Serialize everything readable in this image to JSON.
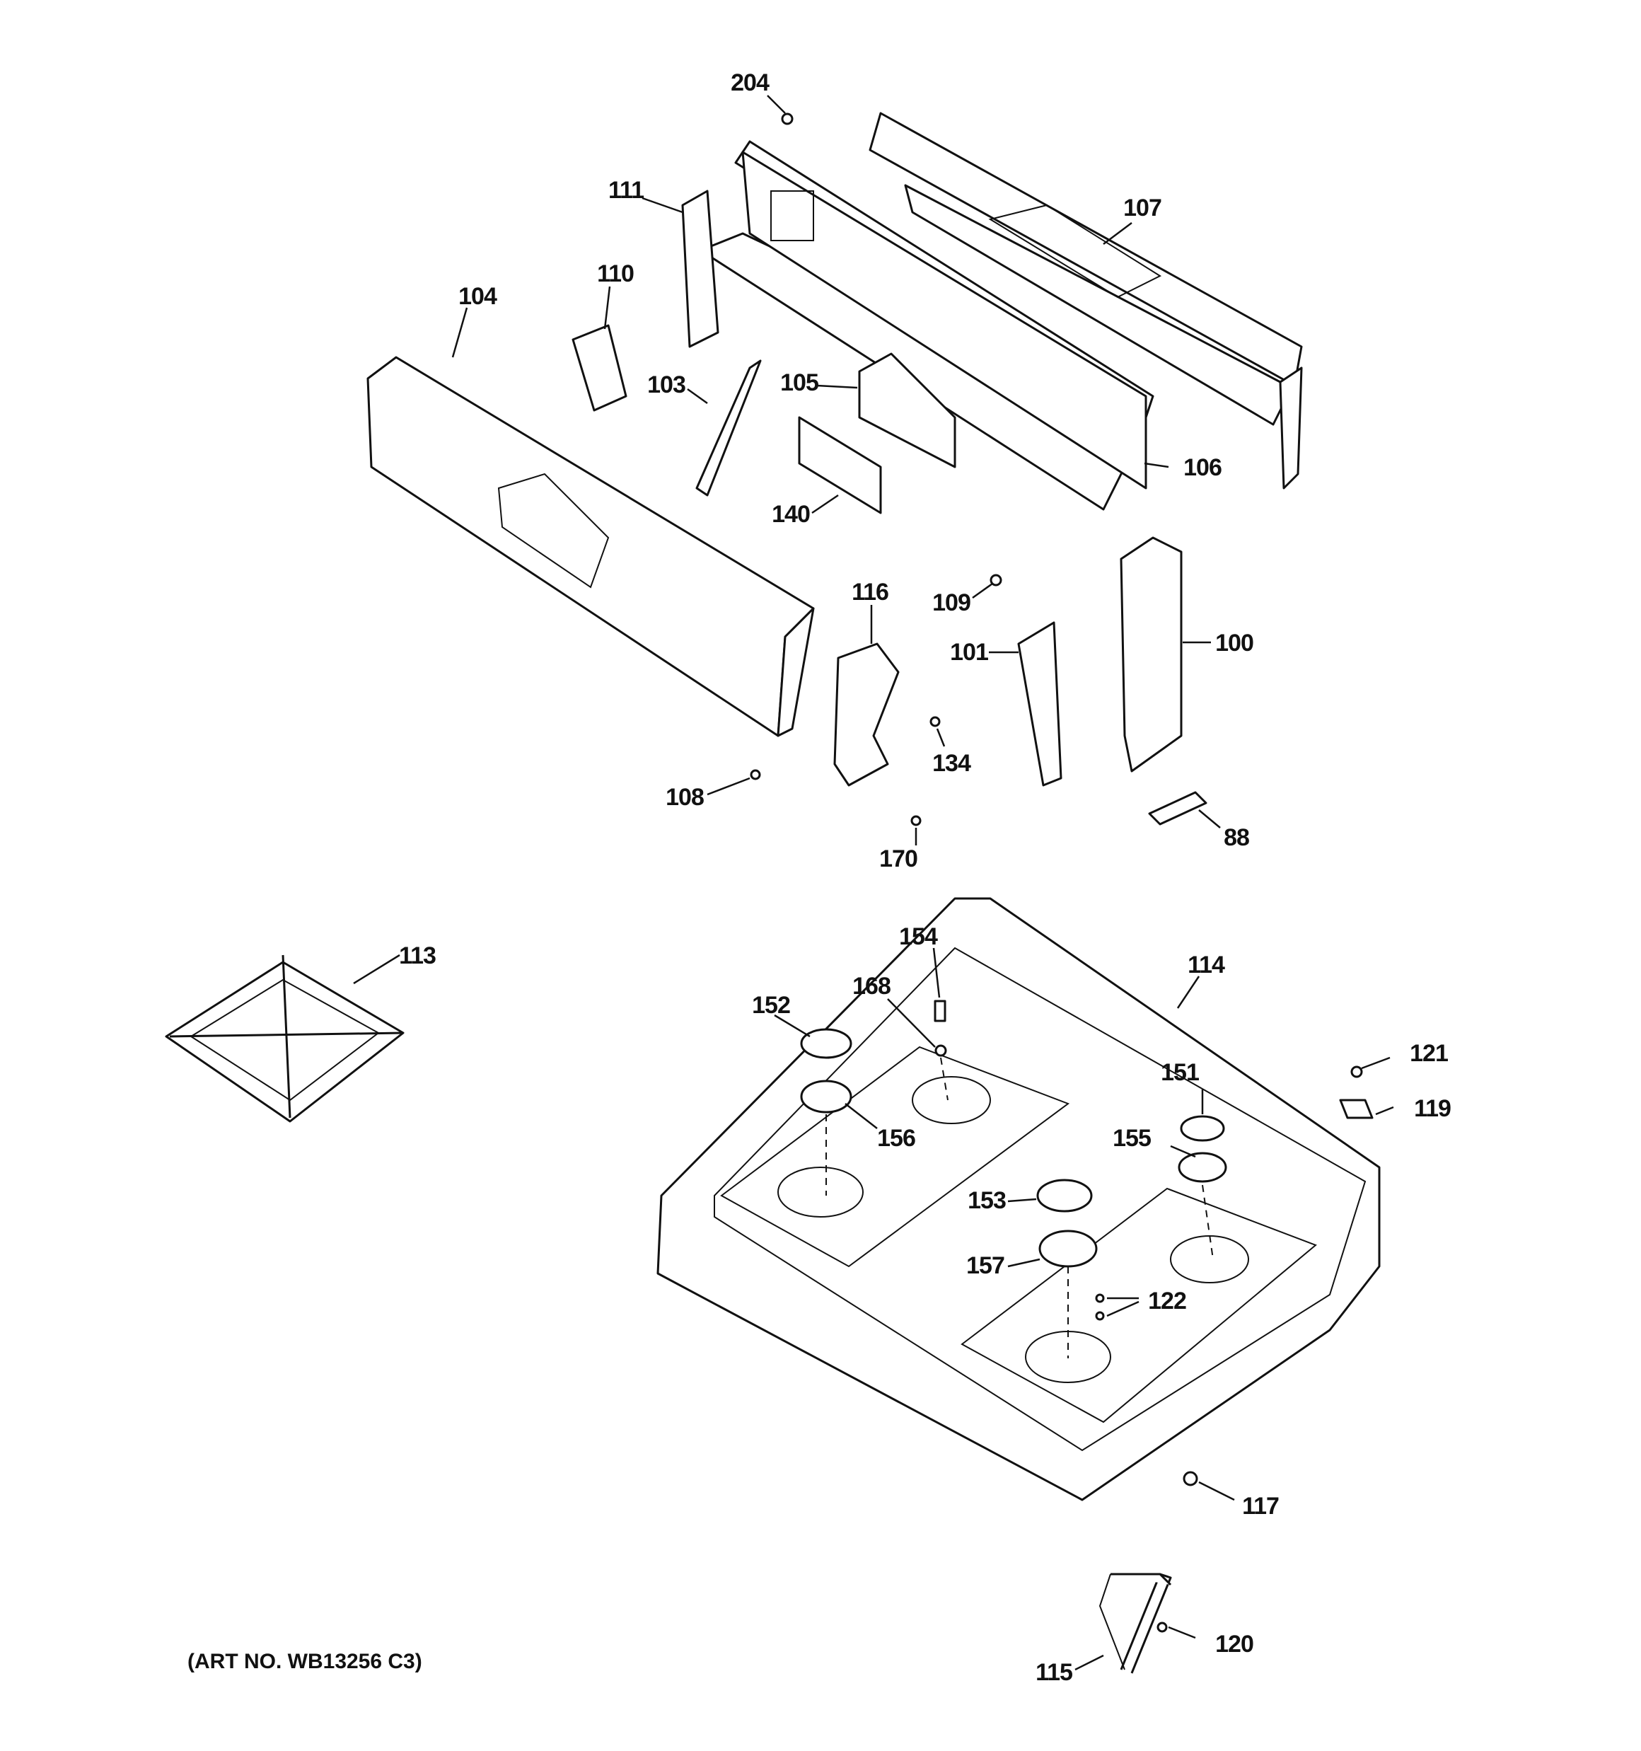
{
  "diagram": {
    "caption": "(ART NO. WB13256 C3)",
    "callouts": [
      {
        "id": "c204",
        "text": "204"
      },
      {
        "id": "c111",
        "text": "111"
      },
      {
        "id": "c107",
        "text": "107"
      },
      {
        "id": "c110",
        "text": "110"
      },
      {
        "id": "c104",
        "text": "104"
      },
      {
        "id": "c103",
        "text": "103"
      },
      {
        "id": "c105",
        "text": "105"
      },
      {
        "id": "c106",
        "text": "106"
      },
      {
        "id": "c140",
        "text": "140"
      },
      {
        "id": "c116",
        "text": "116"
      },
      {
        "id": "c109",
        "text": "109"
      },
      {
        "id": "c101",
        "text": "101"
      },
      {
        "id": "c100",
        "text": "100"
      },
      {
        "id": "c134",
        "text": "134"
      },
      {
        "id": "c108",
        "text": "108"
      },
      {
        "id": "c170",
        "text": "170"
      },
      {
        "id": "c88",
        "text": "88"
      },
      {
        "id": "c113",
        "text": "113"
      },
      {
        "id": "c154",
        "text": "154"
      },
      {
        "id": "c114",
        "text": "114"
      },
      {
        "id": "c168",
        "text": "168"
      },
      {
        "id": "c152",
        "text": "152"
      },
      {
        "id": "c121",
        "text": "121"
      },
      {
        "id": "c151",
        "text": "151"
      },
      {
        "id": "c119",
        "text": "119"
      },
      {
        "id": "c156",
        "text": "156"
      },
      {
        "id": "c155",
        "text": "155"
      },
      {
        "id": "c153",
        "text": "153"
      },
      {
        "id": "c157",
        "text": "157"
      },
      {
        "id": "c122",
        "text": "122"
      },
      {
        "id": "c117",
        "text": "117"
      },
      {
        "id": "c120",
        "text": "120"
      },
      {
        "id": "c115",
        "text": "115"
      }
    ]
  }
}
